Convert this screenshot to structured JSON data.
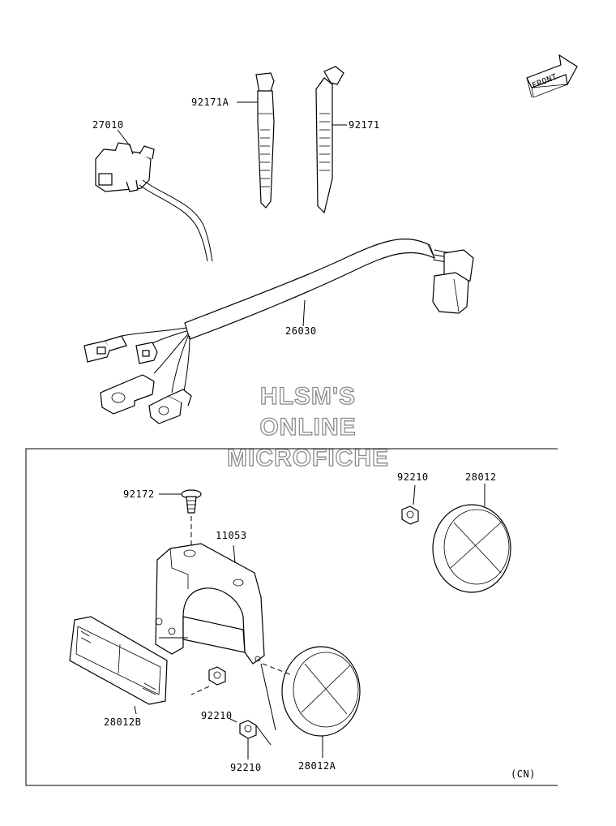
{
  "labels": {
    "p27010": "27010",
    "p92171A": "92171A",
    "p92171": "92171",
    "p26030": "26030",
    "p92172": "92172",
    "p11053": "11053",
    "p92210_top": "92210",
    "p28012": "28012",
    "p28012B": "28012B",
    "p92210_mid": "92210",
    "p92210_bottom": "92210",
    "p28012A": "28012A",
    "region": "(CN)"
  },
  "front_marker": {
    "text": "FRONT",
    "icon": "front-arrow-icon"
  },
  "watermark": {
    "line1": "HLSM'S",
    "line2": "ONLINE",
    "line3": "MICROFICHE"
  }
}
